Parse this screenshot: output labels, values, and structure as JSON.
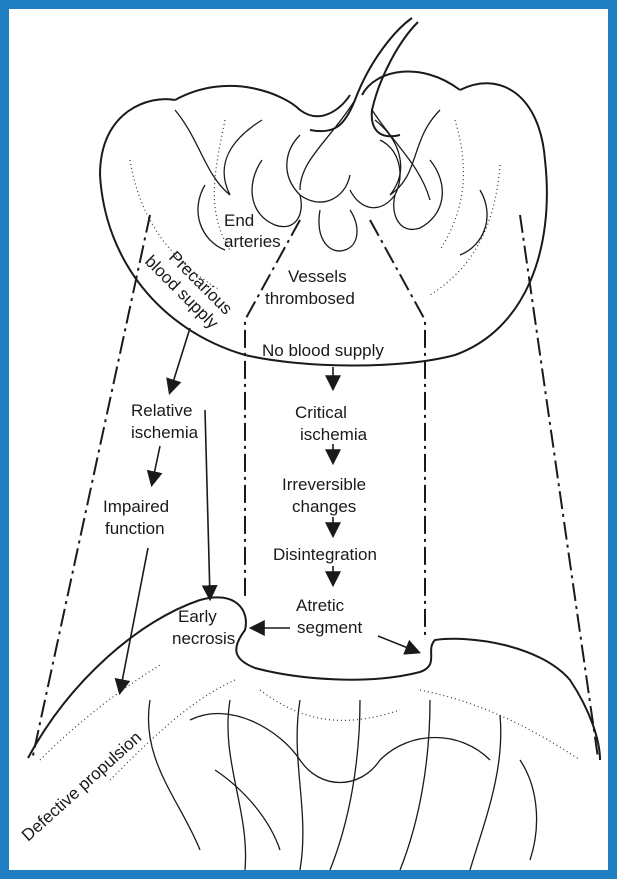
{
  "frame": {
    "border_color": "#1f7fc2"
  },
  "labels": {
    "end_arteries": [
      "End",
      "arteries"
    ],
    "precarious": [
      "Precarious",
      "blood supply"
    ],
    "vessels_thrombosed": [
      "Vessels",
      "thrombosed"
    ],
    "no_blood_supply": "No blood supply",
    "critical_ischemia": [
      "Critical",
      "ischemia"
    ],
    "irreversible_changes": [
      "Irreversible",
      "changes"
    ],
    "disintegration": "Disintegration",
    "atretic_segment": [
      "Atretic",
      "segment"
    ],
    "early_necrosis": [
      "Early",
      "necrosis"
    ],
    "relative_ischemia": [
      "Relative",
      "ischemia"
    ],
    "impaired_function": [
      "Impaired",
      "function"
    ],
    "defective_propulsion": "Defective propulsion"
  }
}
